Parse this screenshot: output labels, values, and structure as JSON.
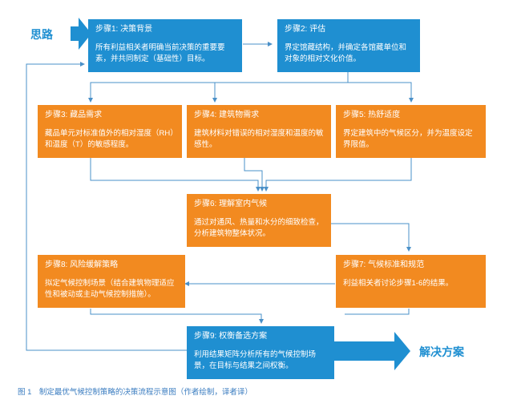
{
  "start_label": "思路",
  "end_label": "解决方案",
  "steps": [
    {
      "title": "步骤1: 决策背景",
      "desc": "所有利益相关者明确当前决策的重要要素，并共同制定（基础性）目标。"
    },
    {
      "title": "步骤2: 评估",
      "desc": "界定馆藏结构，并确定各馆藏单位和对象的相对文化价值。"
    },
    {
      "title": "步骤3: 藏品需求",
      "desc": "藏品单元对标准值外的相对湿度（RH）和温度（T）的敏感程度。"
    },
    {
      "title": "步骤4: 建筑物需求",
      "desc": "建筑材料对错误的相对湿度和温度的敏感性。"
    },
    {
      "title": "步骤5: 热舒适度",
      "desc": "界定建筑中的气候区分，并为温度设定界限值。"
    },
    {
      "title": "步骤6: 理解室内气候",
      "desc": "通过对通风、热量和水分的细致检查，分析建筑物整体状况。"
    },
    {
      "title": "步骤7: 气候标准和规范",
      "desc": "利益相关者讨论步骤1-6的结果。"
    },
    {
      "title": "步骤8: 风险缓解策略",
      "desc": "拟定气候控制场景（结合建筑物理适应性和被动或主动气候控制措施）。"
    },
    {
      "title": "步骤9: 权衡备选方案",
      "desc": "利用结果矩阵分析所有的气候控制场景，在目标与结果之间权衡。"
    }
  ],
  "caption": "图 1　制定最优气候控制策略的决策流程示意图（作者绘制，译者译）",
  "colors": {
    "blue": "#1f8fd1",
    "orange": "#f28a20",
    "line": "#4a90c8"
  }
}
